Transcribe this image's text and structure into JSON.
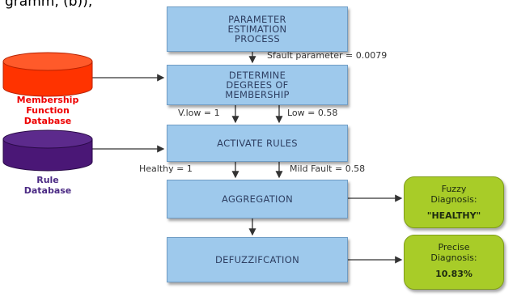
{
  "caption": "gramm, (b)),",
  "process_boxes": {
    "parameter_estimation": [
      "PARAMETER",
      "ESTIMATION",
      "PROCESS"
    ],
    "determine_membership": [
      "DETERMINE",
      "DEGREES OF",
      "MEMBERSHIP"
    ],
    "activate_rules": [
      "ACTIVATE RULES"
    ],
    "aggregation": [
      "AGGREGATION"
    ],
    "defuzzification": [
      "DEFUZZIFCATION"
    ]
  },
  "databases": {
    "membership": {
      "label": [
        "Membership",
        "Function",
        "Database"
      ],
      "color": "#ff3300",
      "label_color": "#ee0000"
    },
    "rule": {
      "label": [
        "Rule",
        "Database"
      ],
      "color": "#4a1776",
      "label_color": "#4b2a84"
    }
  },
  "edge_labels": {
    "sfault": "Sfault parameter = 0.0079",
    "vlow": "V.low = 1",
    "low": "Low = 0.58",
    "healthy": "Healthy = 1",
    "mild_fault": "Mild Fault = 0.58"
  },
  "results": {
    "fuzzy": {
      "label": [
        "Fuzzy",
        "Diagnosis:"
      ],
      "value": "\"HEALTHY\""
    },
    "precise": {
      "label": [
        "Precise",
        "Diagnosis:"
      ],
      "value": "10.83%"
    }
  },
  "colors": {
    "process_fill": "#9ec9ec",
    "process_text": "#2e3f62",
    "result_fill": "#a8cc28"
  }
}
